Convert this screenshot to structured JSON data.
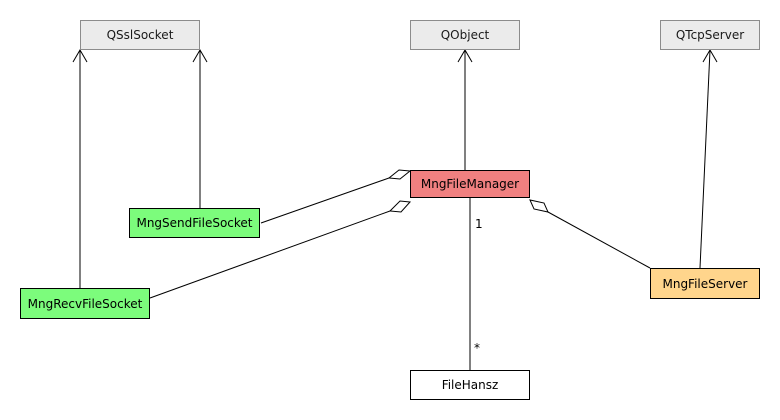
{
  "diagram": {
    "classes": {
      "qsslsocket": {
        "label": "QSslSocket",
        "color": "#ebebeb"
      },
      "qobject": {
        "label": "QObject",
        "color": "#ebebeb"
      },
      "qtcpserver": {
        "label": "QTcpServer",
        "color": "#ebebeb"
      },
      "manager": {
        "label": "MngFileManager",
        "color": "#f08080"
      },
      "send": {
        "label": "MngSendFileSocket",
        "color": "#7cfc7c"
      },
      "recv": {
        "label": "MngRecvFileSocket",
        "color": "#7cfc7c"
      },
      "server": {
        "label": "MngFileServer",
        "color": "#ffd58c"
      },
      "filehansz": {
        "label": "FileHansz",
        "color": "#ffffff"
      }
    },
    "multiplicity": {
      "manager_end": "1",
      "filehansz_end": "*"
    },
    "relations": [
      {
        "type": "inheritance",
        "from": "recv",
        "to": "qsslsocket"
      },
      {
        "type": "inheritance",
        "from": "send",
        "to": "qsslsocket"
      },
      {
        "type": "inheritance",
        "from": "manager",
        "to": "qobject"
      },
      {
        "type": "inheritance",
        "from": "server",
        "to": "qtcpserver"
      },
      {
        "type": "aggregation",
        "whole": "manager",
        "part": "send"
      },
      {
        "type": "aggregation",
        "whole": "manager",
        "part": "recv"
      },
      {
        "type": "aggregation",
        "whole": "manager",
        "part": "server"
      },
      {
        "type": "association",
        "from": "manager",
        "to": "filehansz"
      }
    ]
  }
}
